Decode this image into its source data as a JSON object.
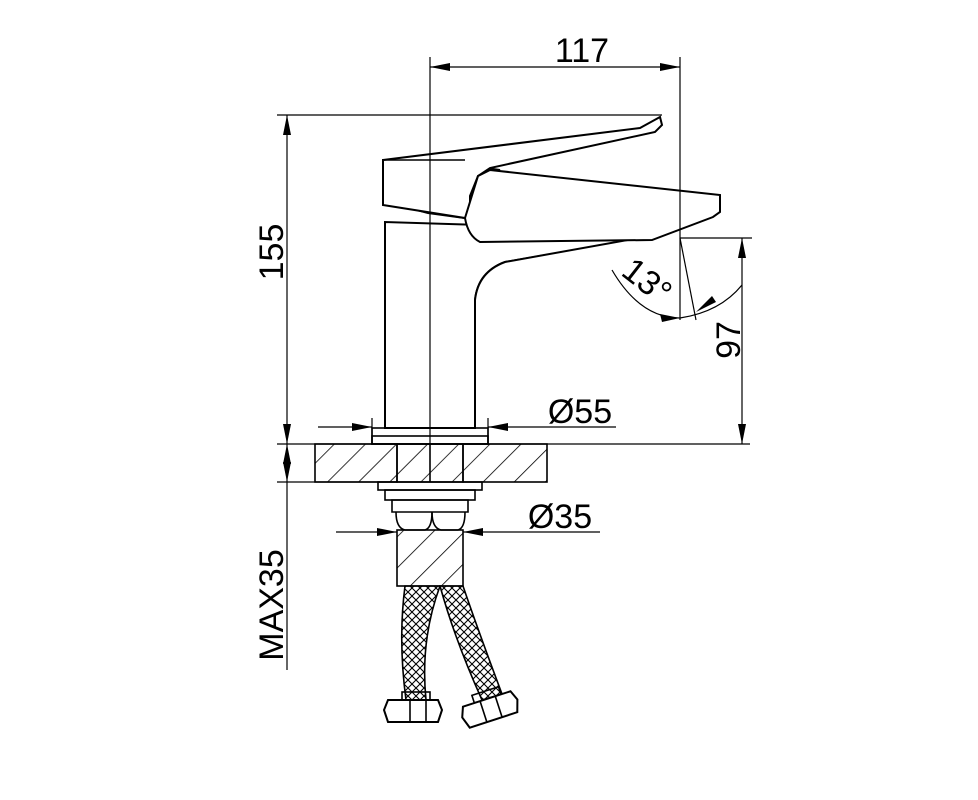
{
  "dimensions": {
    "width_117": "117",
    "height_155": "155",
    "spout_height_97": "97",
    "angle_13": "13°",
    "base_diameter_55": "Ø55",
    "shank_diameter_35": "Ø35",
    "max_thickness_35": "MAX35"
  }
}
